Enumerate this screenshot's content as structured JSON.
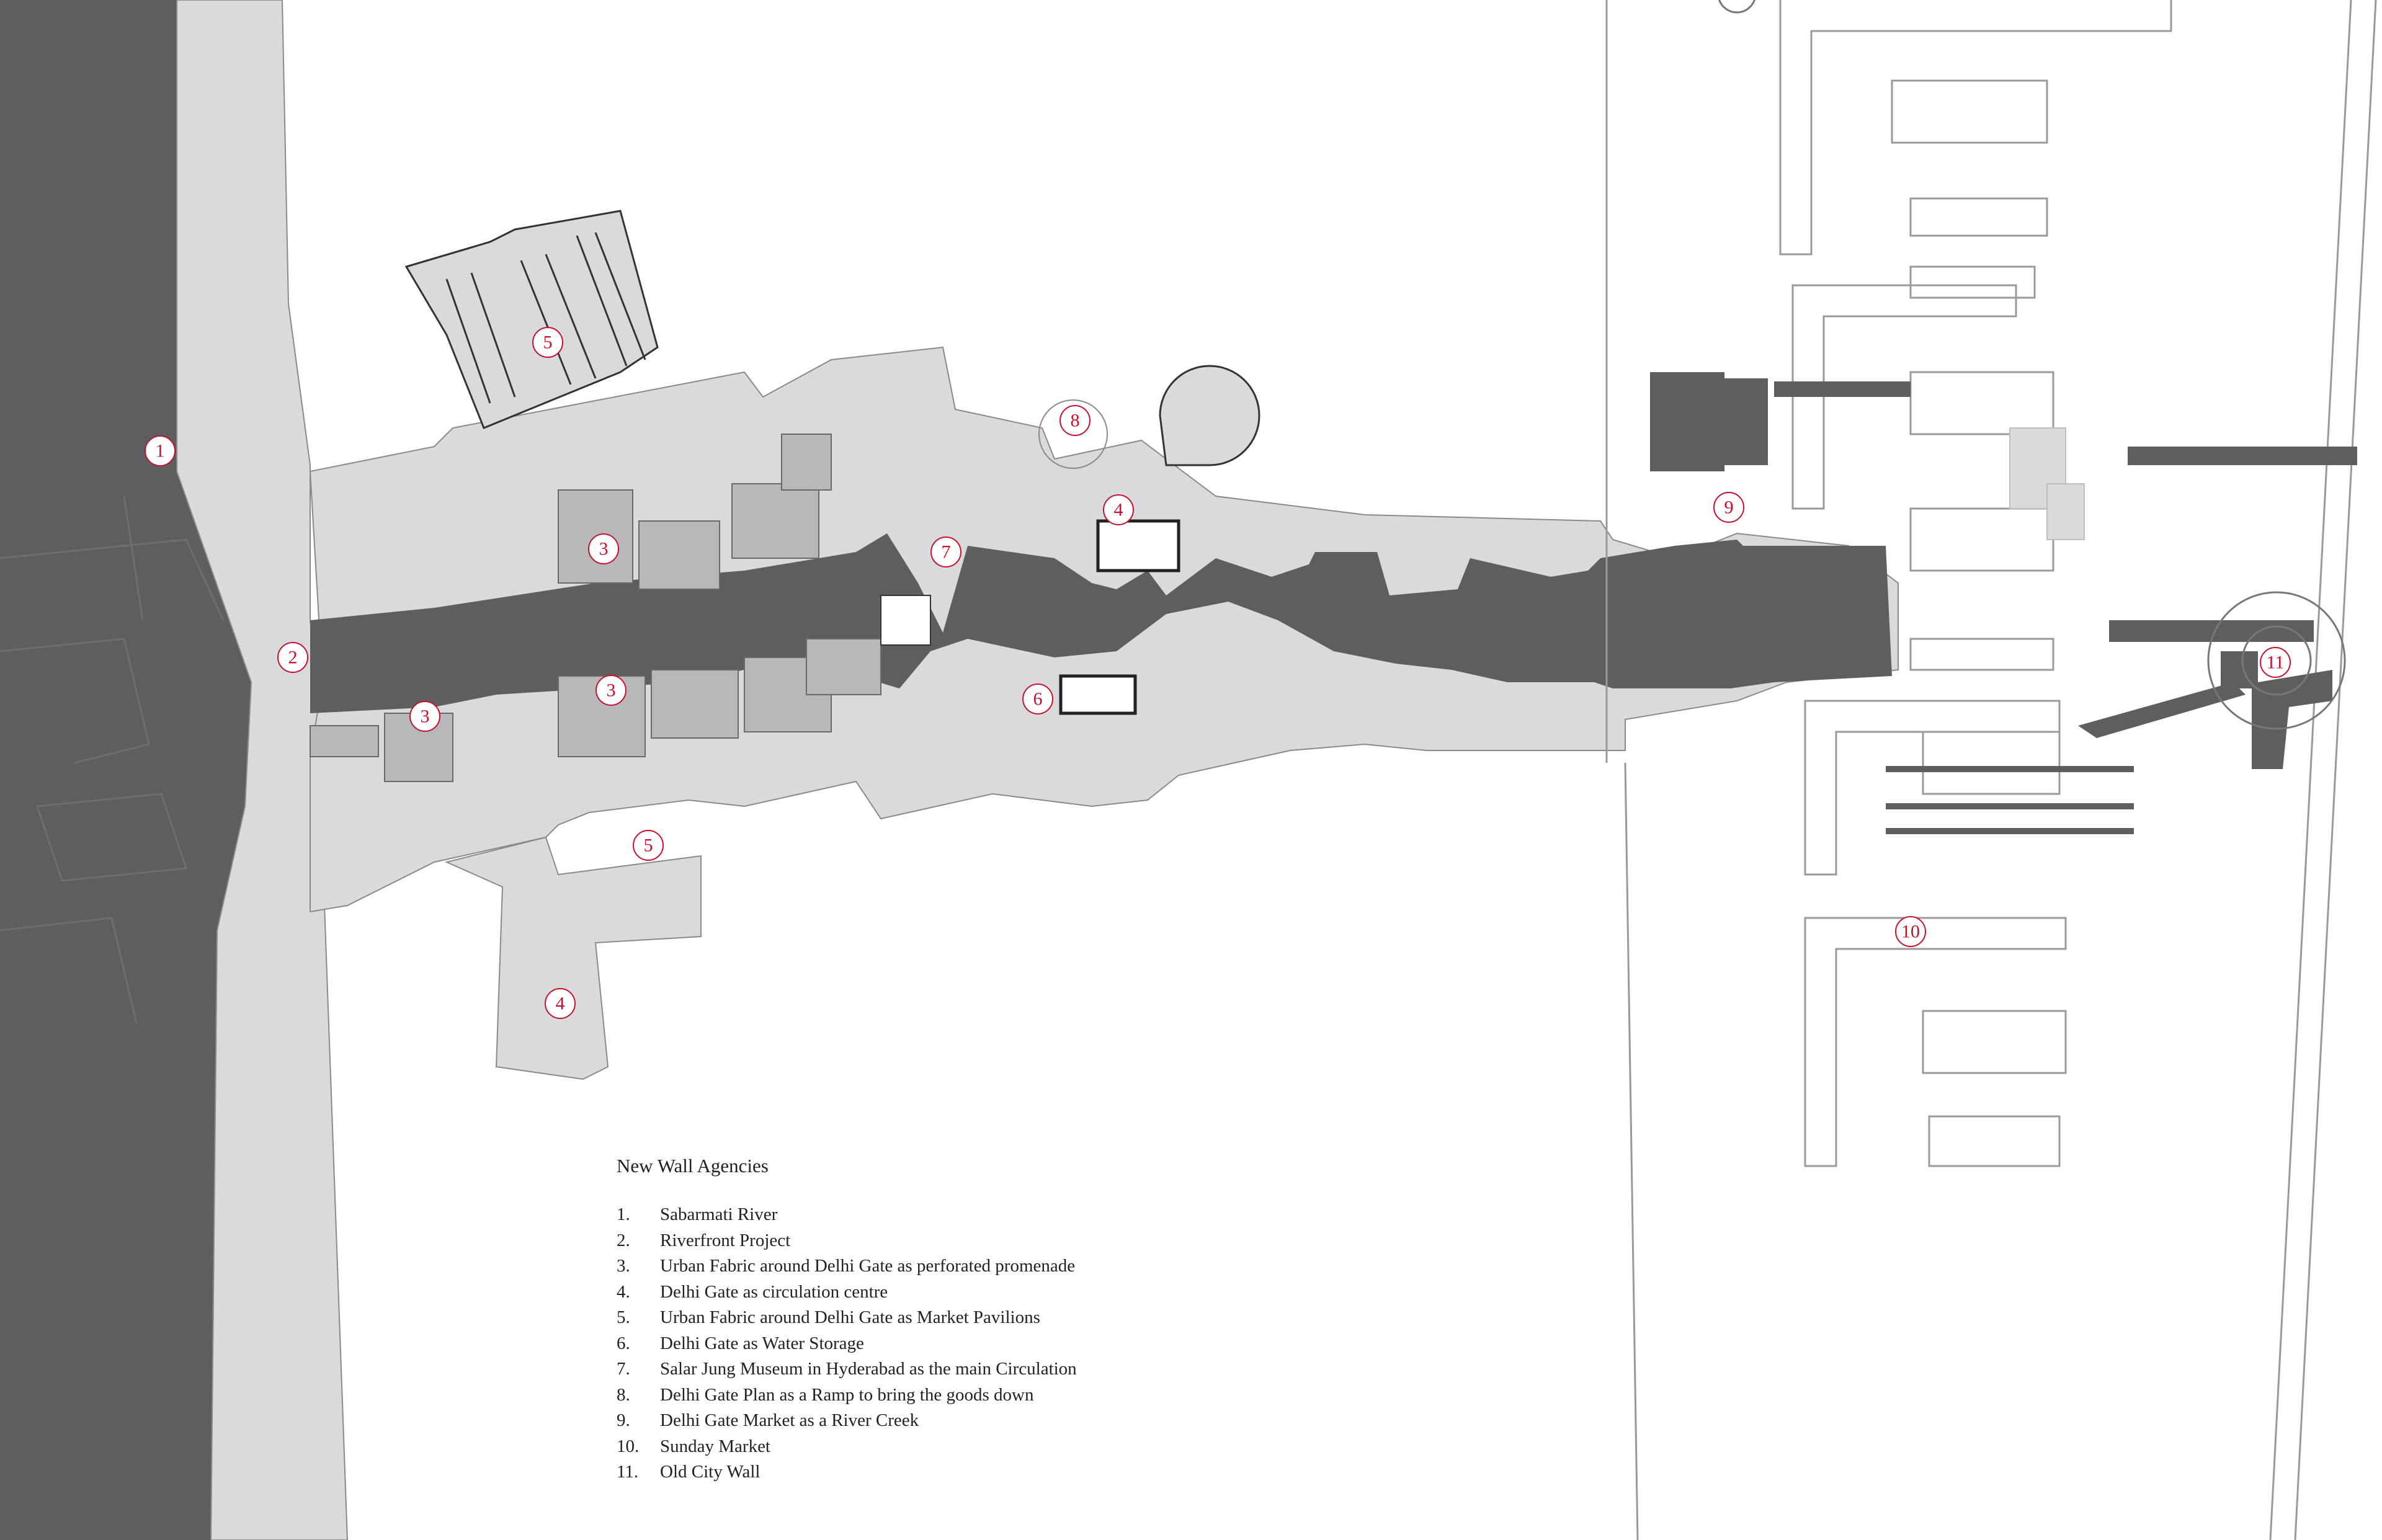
{
  "legend": {
    "title": "New Wall Agencies",
    "items": [
      {
        "num": "1.",
        "text": "Sabarmati River"
      },
      {
        "num": "2.",
        "text": "Riverfront Project"
      },
      {
        "num": "3.",
        "text": "Urban Fabric around Delhi Gate as perforated promenade"
      },
      {
        "num": "4.",
        "text": "Delhi Gate as circulation centre"
      },
      {
        "num": "5.",
        "text": "Urban Fabric around Delhi Gate as Market Pavilions"
      },
      {
        "num": "6.",
        "text": "Delhi Gate as Water Storage"
      },
      {
        "num": "7.",
        "text": "Salar Jung Museum in Hyderabad as the main Circulation"
      },
      {
        "num": "8.",
        "text": "Delhi Gate Plan as a Ramp to bring the goods down"
      },
      {
        "num": "9.",
        "text": "Delhi Gate Market as a River Creek"
      },
      {
        "num": "10.",
        "text": "Sunday Market"
      },
      {
        "num": "11.",
        "text": "Old City Wall"
      }
    ]
  },
  "markers": [
    "1",
    "2",
    "3",
    "3",
    "3",
    "4",
    "4",
    "5",
    "5",
    "6",
    "7",
    "8",
    "9",
    "10",
    "11"
  ],
  "colors": {
    "marker": "#c8102e",
    "dark_fill": "#5d5e60",
    "light_fill": "#d9dadb",
    "line": "#8a8a8a"
  }
}
